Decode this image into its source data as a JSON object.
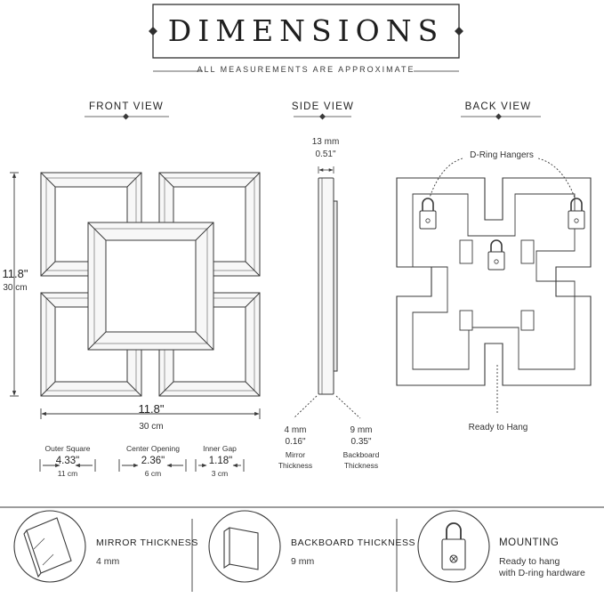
{
  "header": {
    "title": "DIMENSIONS",
    "subtitle": "ALL MEASUREMENTS ARE APPROXIMATE"
  },
  "front_view": {
    "label": "FRONT VIEW",
    "height_in": "11.8\"",
    "height_cm": "30 cm",
    "width_in": "11.8\"",
    "width_cm": "30 cm",
    "details": [
      {
        "label": "Outer Square",
        "inches": "4.33\"",
        "cm": "11 cm"
      },
      {
        "label": "Center Opening",
        "inches": "2.36\"",
        "cm": "6 cm"
      },
      {
        "label": "Inner Gap",
        "inches": "1.18\"",
        "cm": "3 cm"
      }
    ]
  },
  "side_view": {
    "label": "SIDE VIEW",
    "total_mm": "13 mm",
    "total_in": "0.51\"",
    "mirror": {
      "mm": "4 mm",
      "in": "0.16\"",
      "label_line1": "Mirror",
      "label_line2": "Thickness"
    },
    "backboard": {
      "mm": "9 mm",
      "in": "0.35\"",
      "label_line1": "Backboard",
      "label_line2": "Thickness"
    }
  },
  "back_view": {
    "label": "BACK VIEW",
    "hangers_label": "D-Ring Hangers",
    "ready_label": "Ready to Hang"
  },
  "footer": [
    {
      "heading": "MIRROR THICKNESS",
      "value": "4 mm",
      "icon": "mirror-slab-icon"
    },
    {
      "heading": "BACKBOARD THICKNESS",
      "value": "9 mm",
      "icon": "backboard-slab-icon"
    },
    {
      "heading": "MOUNTING",
      "value_line1": "Ready to hang",
      "value_line2": "with D-ring hardware",
      "icon": "d-ring-icon"
    }
  ],
  "colors": {
    "line": "#3a3a3a",
    "frame_fill": "#f7f7f7",
    "text": "#2b2b2b"
  }
}
